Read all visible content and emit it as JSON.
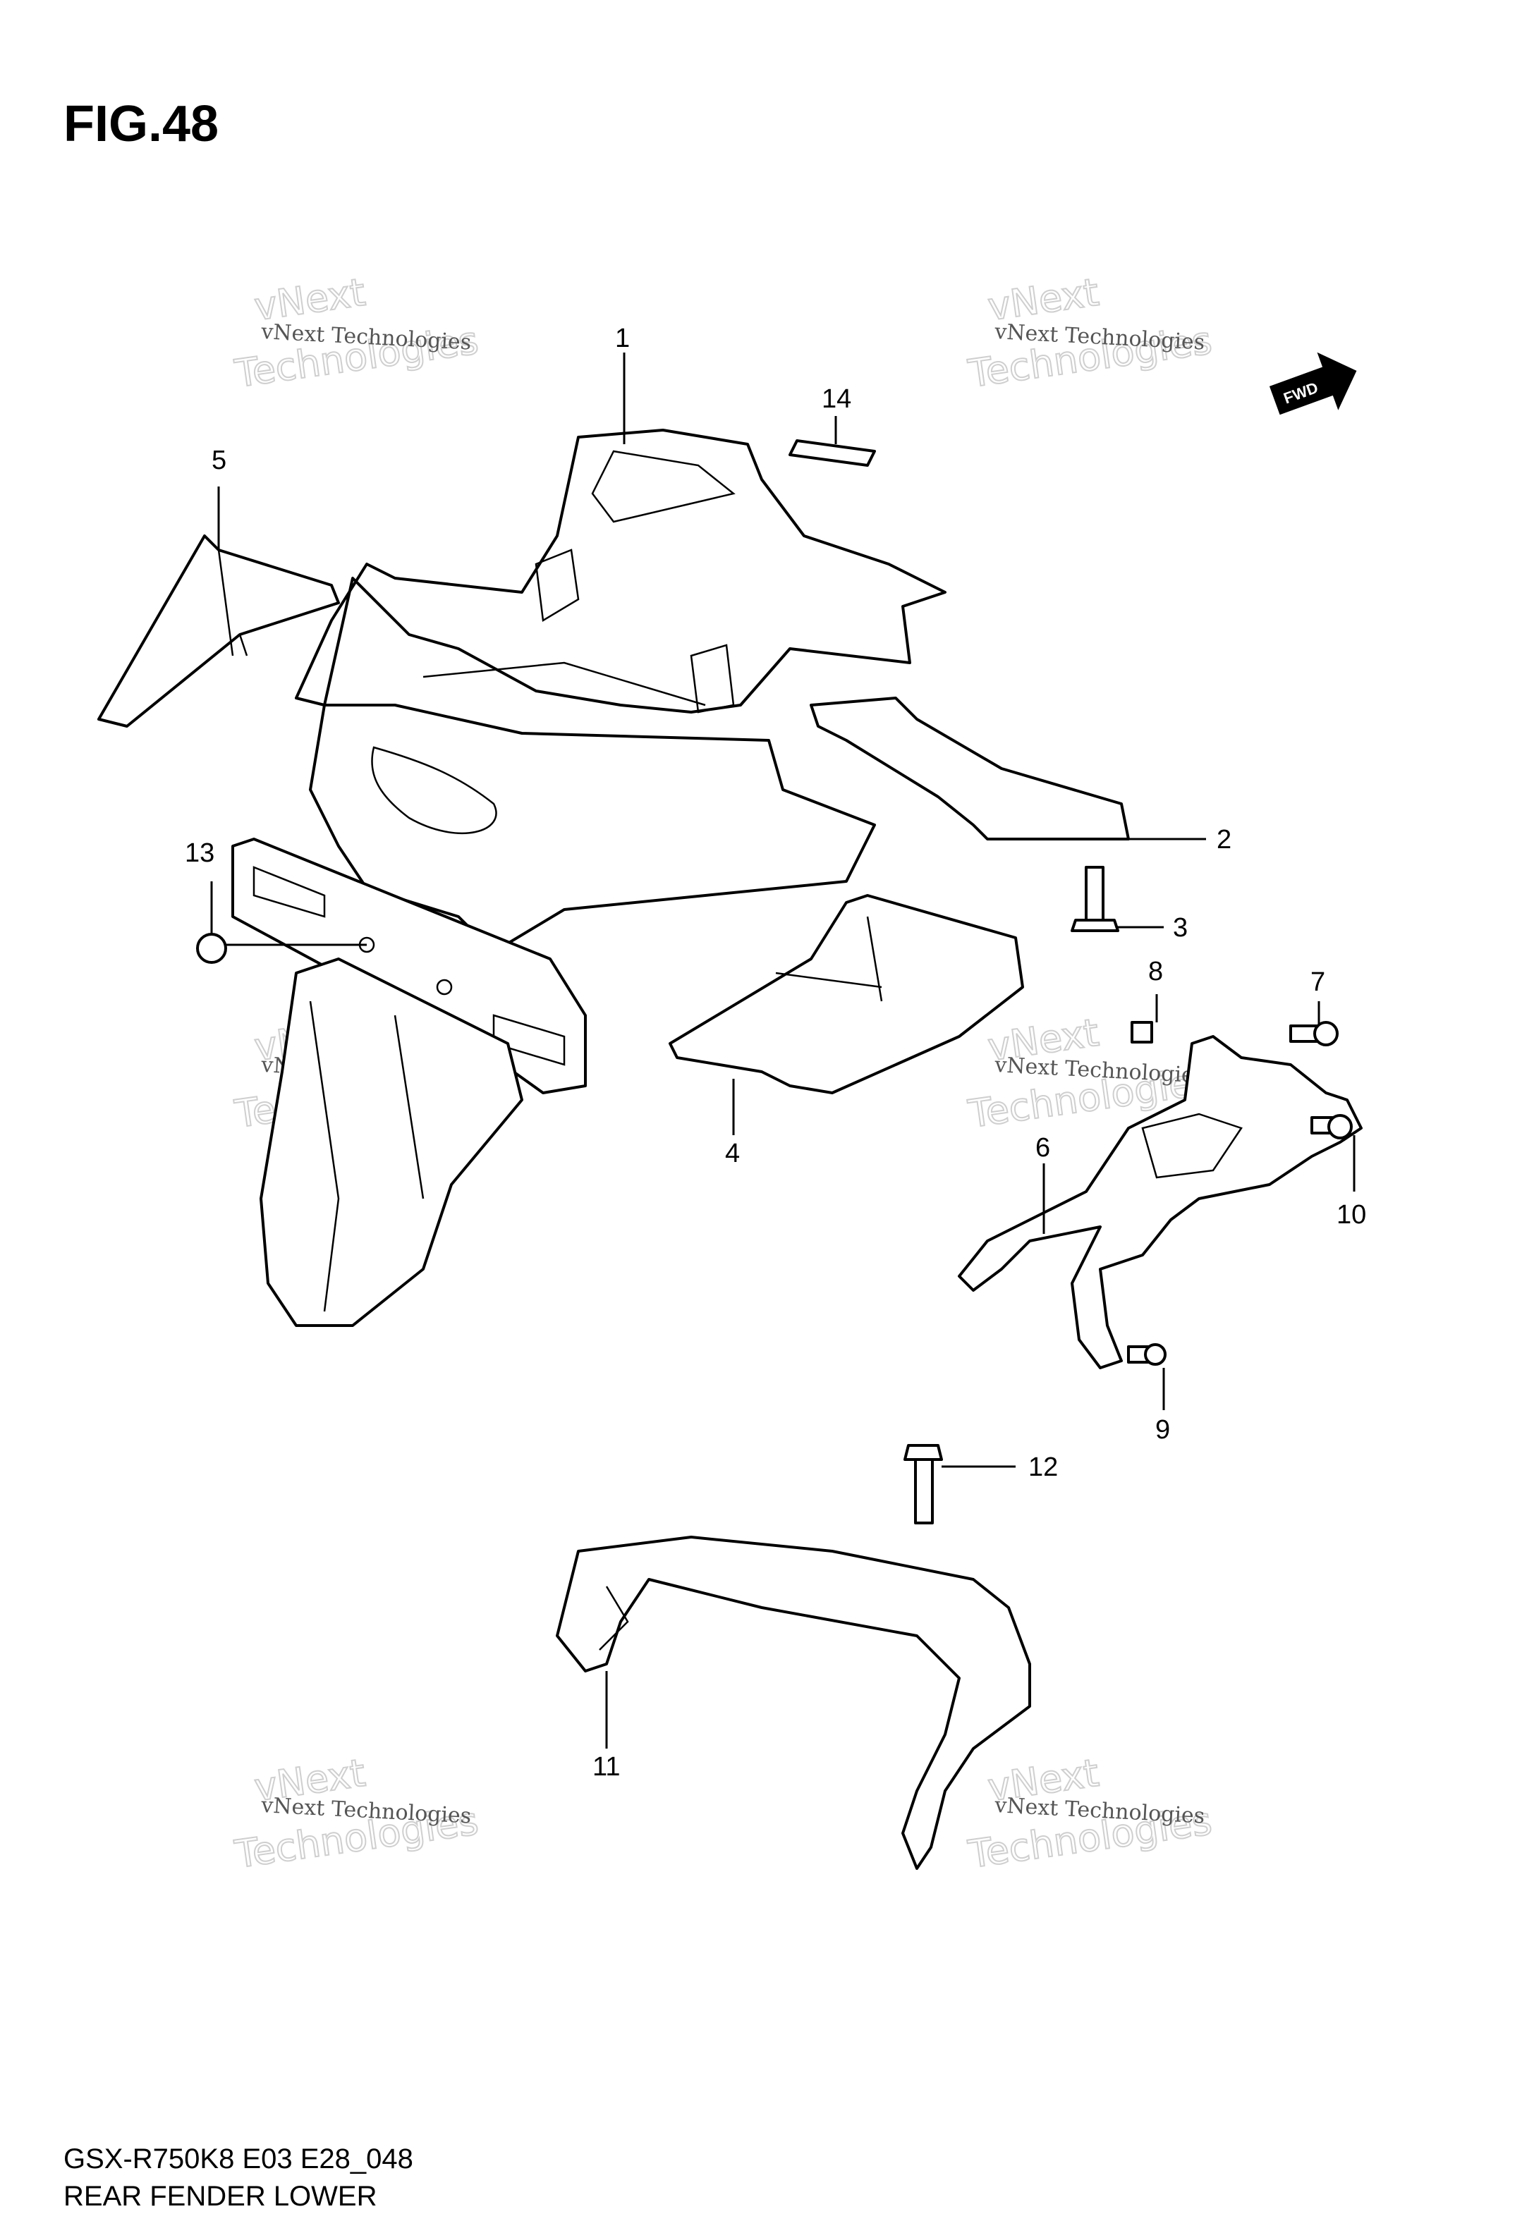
{
  "figure": {
    "title": "FIG.48",
    "model_code": "GSX-R750K8 E03 E28_048",
    "section_name": "REAR FENDER LOWER"
  },
  "forward_indicator": {
    "label": "FWD",
    "icon": "forward-arrow-icon"
  },
  "watermark": {
    "line1": "vNext Technologies",
    "line2": "vNext",
    "line3": "Technologies"
  },
  "callouts": [
    "1",
    "2",
    "3",
    "4",
    "5",
    "6",
    "7",
    "8",
    "9",
    "10",
    "11",
    "12",
    "13",
    "14"
  ]
}
